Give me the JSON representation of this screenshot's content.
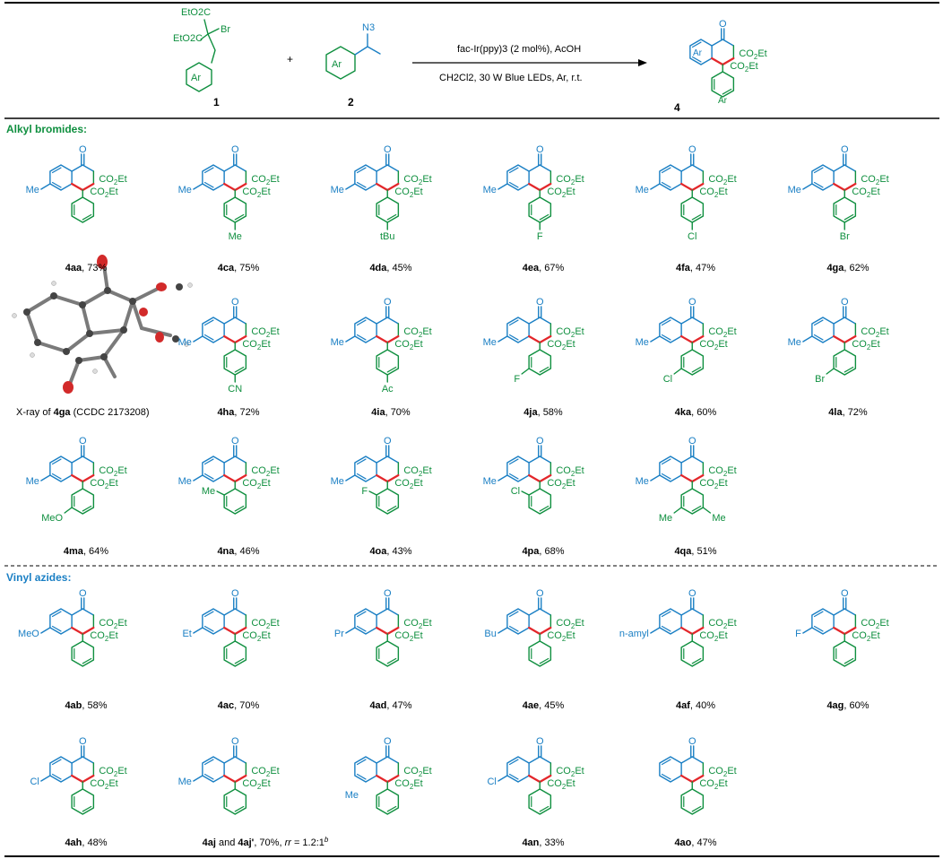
{
  "colors": {
    "ring": "#0f8f3f",
    "core": "#1a7fc4",
    "new_bond": "#e3262a",
    "text": "#000000"
  },
  "reaction": {
    "reactant1": {
      "number": "1",
      "label_top": "EtO2C",
      "label_mid": "EtO2C",
      "label_br": "Br",
      "ring": "Ar"
    },
    "plus": "+",
    "reactant2": {
      "number": "2",
      "label_n3": "N3",
      "ring": "Ar"
    },
    "conditions_top": "fac-Ir(ppy)3 (2 mol%), AcOH",
    "conditions_bottom": "CH2Cl2, 30 W Blue LEDs, Ar, r.t.",
    "product": {
      "number": "4",
      "ring_top": "Ar",
      "ring_bottom": "Ar"
    }
  },
  "sections": {
    "alkyl": "Alkyl bromides:",
    "vinyl": "Vinyl azides:"
  },
  "xray_caption_prefix": "X-ray of ",
  "xray_caption_code": "4ga",
  "xray_caption_suffix": " (CCDC 2173208)",
  "compounds": [
    {
      "code": "4aa",
      "yield": "73%",
      "left": "Me",
      "sub": "",
      "pos": "p"
    },
    {
      "code": "4ca",
      "yield": "75%",
      "left": "Me",
      "sub": "Me",
      "pos": "p"
    },
    {
      "code": "4da",
      "yield": "45%",
      "left": "Me",
      "sub": "tBu",
      "pos": "p"
    },
    {
      "code": "4ea",
      "yield": "67%",
      "left": "Me",
      "sub": "F",
      "pos": "p"
    },
    {
      "code": "4fa",
      "yield": "47%",
      "left": "Me",
      "sub": "Cl",
      "pos": "p"
    },
    {
      "code": "4ga",
      "yield": "62%",
      "left": "Me",
      "sub": "Br",
      "pos": "p"
    },
    {
      "code": "4ha",
      "yield": "72%",
      "left": "Me",
      "sub": "CN",
      "pos": "p"
    },
    {
      "code": "4ia",
      "yield": "70%",
      "left": "Me",
      "sub": "Ac",
      "pos": "p"
    },
    {
      "code": "4ja",
      "yield": "58%",
      "left": "Me",
      "sub": "F",
      "pos": "m"
    },
    {
      "code": "4ka",
      "yield": "60%",
      "left": "Me",
      "sub": "Cl",
      "pos": "m"
    },
    {
      "code": "4la",
      "yield": "72%",
      "left": "Me",
      "sub": "Br",
      "pos": "m"
    },
    {
      "code": "4ma",
      "yield": "64%",
      "left": "Me",
      "sub": "MeO",
      "pos": "m"
    },
    {
      "code": "4na",
      "yield": "46%",
      "left": "Me",
      "sub": "Me",
      "pos": "o"
    },
    {
      "code": "4oa",
      "yield": "43%",
      "left": "Me",
      "sub": "F",
      "pos": "o"
    },
    {
      "code": "4pa",
      "yield": "68%",
      "left": "Me",
      "sub": "Cl",
      "pos": "o"
    },
    {
      "code": "4qa",
      "yield": "51%",
      "left": "Me",
      "sub": "Me",
      "pos": "mm"
    },
    {
      "code": "4ab",
      "yield": "58%",
      "left": "MeO",
      "sub": "",
      "pos": "p"
    },
    {
      "code": "4ac",
      "yield": "70%",
      "left": "Et",
      "sub": "",
      "pos": "p"
    },
    {
      "code": "4ad",
      "yield": "47%",
      "left": "Pr",
      "sub": "",
      "pos": "p"
    },
    {
      "code": "4ae",
      "yield": "45%",
      "left": "Bu",
      "sub": "",
      "pos": "p"
    },
    {
      "code": "4af",
      "yield": "40%",
      "left": "n-amyl",
      "sub": "",
      "pos": "p"
    },
    {
      "code": "4ag",
      "yield": "60%",
      "left": "F",
      "sub": "",
      "pos": "p"
    },
    {
      "code": "4ah",
      "yield": "48%",
      "left": "Cl",
      "sub": "",
      "pos": "p"
    },
    {
      "code": "4aj",
      "yield": "70%",
      "left": "Me",
      "sub": "",
      "pos": "p",
      "caption_mid": " and ",
      "code2": "4aj'",
      "caption_rr": "rr",
      "caption_ratio": " = 1.2:1",
      "caption_sup": "b"
    },
    {
      "code": "",
      "yield": "",
      "left": "Me",
      "sub": "",
      "pos": "p"
    },
    {
      "code": "4an",
      "yield": "33%",
      "left": "Cl",
      "sub": "",
      "pos": "p"
    },
    {
      "code": "4ao",
      "yield": "47%",
      "left": "",
      "sub": "",
      "pos": "p"
    }
  ],
  "ester_labels": [
    "CO2Et",
    "CO2Et"
  ],
  "ketone_label": "O"
}
